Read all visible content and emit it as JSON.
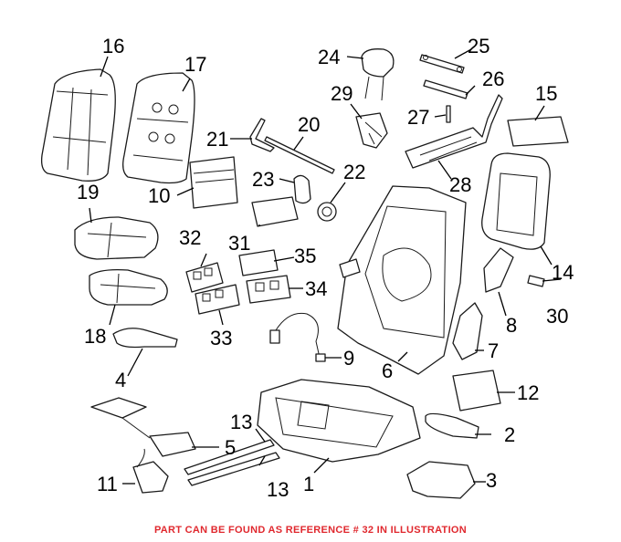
{
  "footer": {
    "note": "PART CAN BE FOUND AS REFERENCE # 32 IN ILLUSTRATION",
    "note_color": "#e0282e"
  },
  "callouts": {
    "c1": "1",
    "c2": "2",
    "c3": "3",
    "c4": "4",
    "c5": "5",
    "c6": "6",
    "c7": "7",
    "c8": "8",
    "c9": "9",
    "c10": "10",
    "c11": "11",
    "c12": "12",
    "c13a": "13",
    "c13b": "13",
    "c14": "14",
    "c15": "15",
    "c16": "16",
    "c17": "17",
    "c18": "18",
    "c19": "19",
    "c20": "20",
    "c21": "21",
    "c22": "22",
    "c23": "23",
    "c24": "24",
    "c25": "25",
    "c26": "26",
    "c27": "27",
    "c28": "28",
    "c29": "29",
    "c30": "30",
    "c31": "31",
    "c32": "32",
    "c33": "33",
    "c34": "34",
    "c35": "35"
  }
}
